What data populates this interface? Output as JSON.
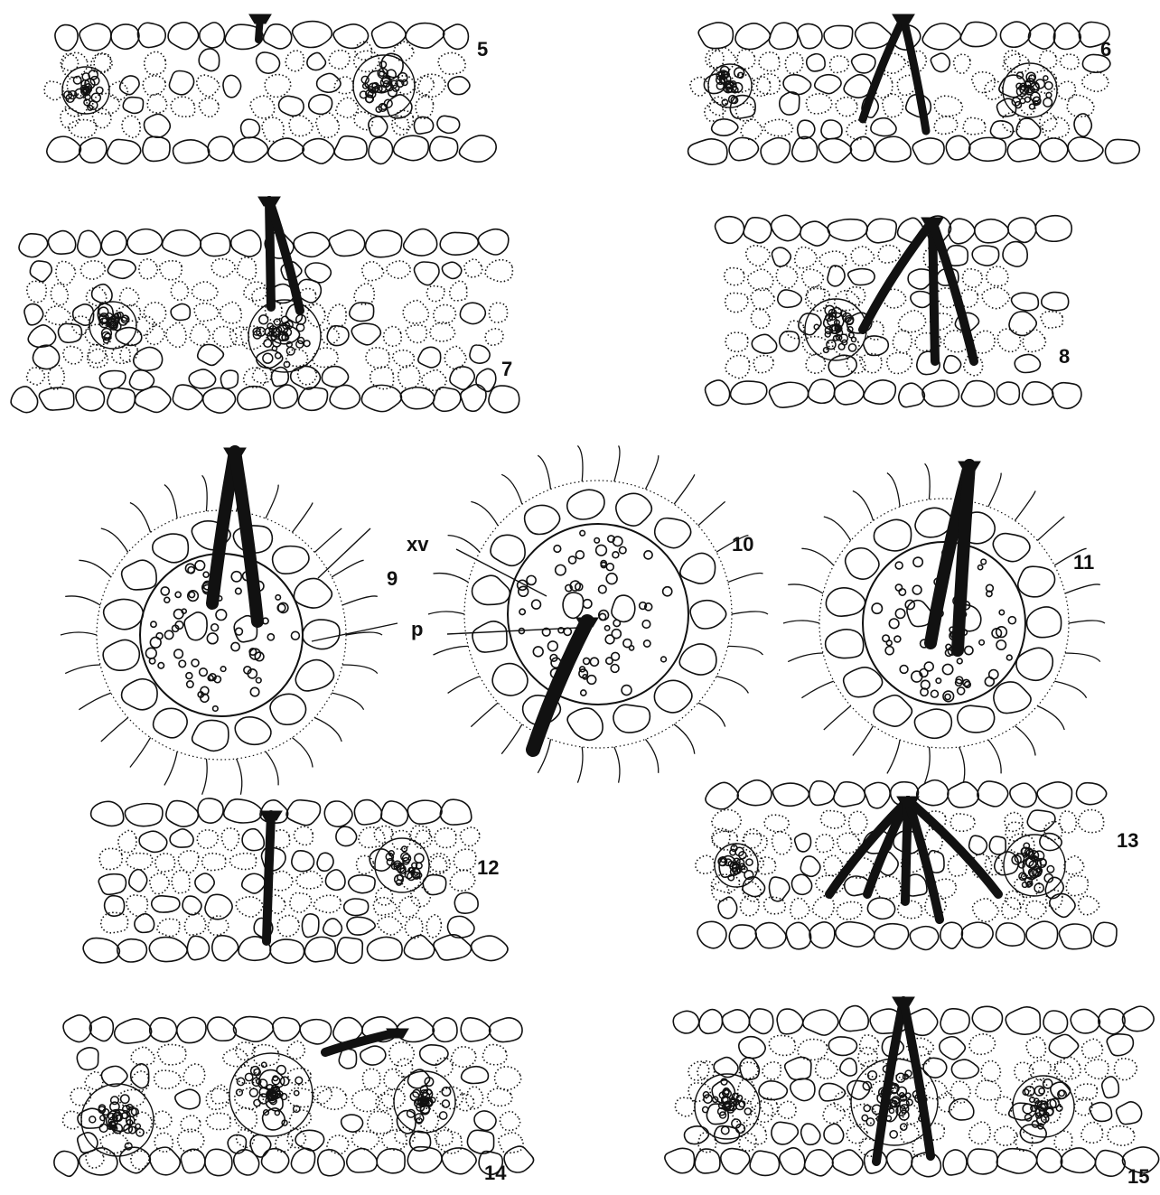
{
  "figure_numbers": [
    "5",
    "6",
    "7",
    "8",
    "9",
    "10",
    "11",
    "12",
    "13",
    "14",
    "15"
  ],
  "labels": {
    "xv": "xv",
    "p": "p"
  },
  "colors": {
    "ink": "#111111",
    "paper": "#ffffff"
  }
}
